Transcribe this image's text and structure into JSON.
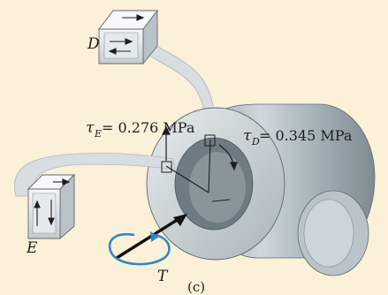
{
  "labels": {
    "element_d": "D",
    "element_e": "E",
    "torque": "T",
    "caption": "(c)",
    "tau_e_symbol": "τ",
    "tau_e_sub": "E",
    "tau_e_value": " = 0.276 MPa",
    "tau_d_symbol": "τ",
    "tau_d_sub": "D",
    "tau_d_value": " = 0.345 MPa"
  },
  "colors": {
    "background": "#fbf0d8",
    "shaft_dark": "#7f8a91",
    "shaft_mid": "#a4b0b7",
    "shaft_light": "#dfe6ea",
    "ribbon": "#d7dde1",
    "element_fill": "#eef2f4",
    "torque_ring": "#2f86c7",
    "ink": "#1e1e1e"
  }
}
